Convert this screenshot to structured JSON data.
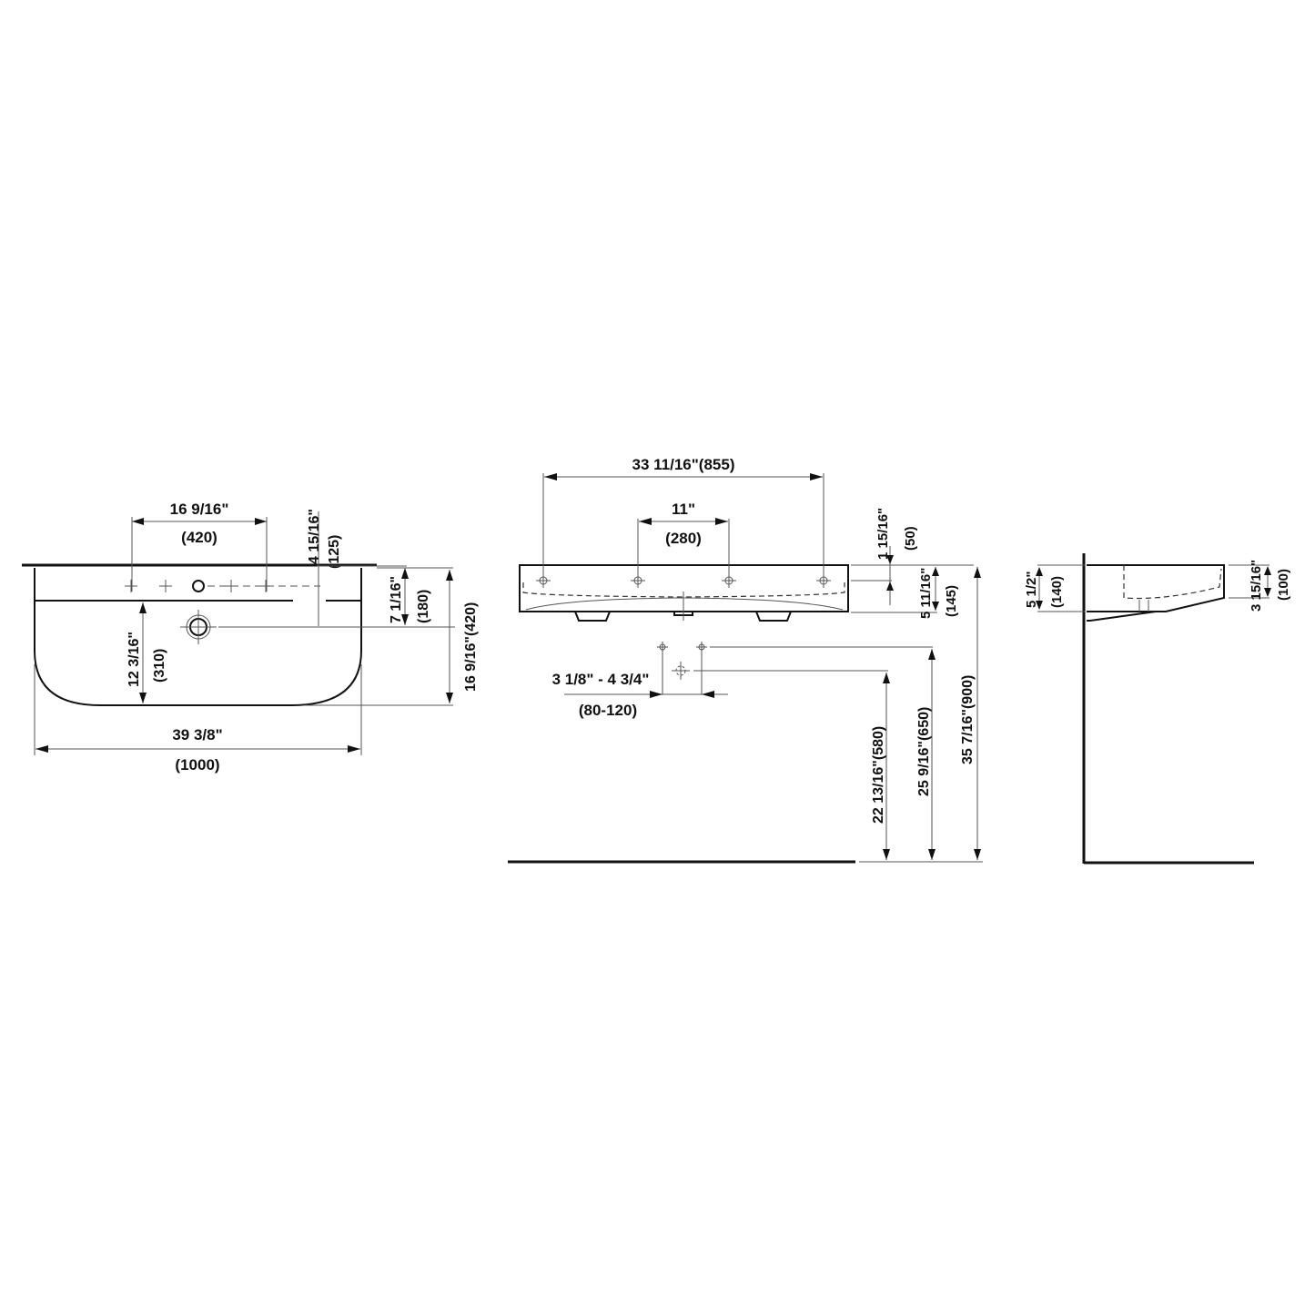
{
  "drawing": {
    "title": "Wall-hung washbasin technical drawing",
    "colors": {
      "line": "#111111",
      "dimension": "#555555",
      "background": "#ffffff"
    },
    "top_view": {
      "faucet_spacing": {
        "inch": "16 9/16\"",
        "mm": "(420)"
      },
      "rim_to_tap_hole": {
        "inch": "4 15/16\"",
        "mm": "(125)"
      },
      "tap_to_drain": {
        "inch": "7 1/16\"",
        "mm": "(180)"
      },
      "total_depth": {
        "inch": "16 9/16\"",
        "mm": "(420)"
      },
      "drain_to_front": {
        "inch": "12 3/16\"",
        "mm": "(310)"
      },
      "total_width": {
        "inch": "39 3/8\"",
        "mm": "(1000)"
      }
    },
    "front_view": {
      "outer_tap_spacing": {
        "inch": "33 11/16\"",
        "mm": "(855)"
      },
      "inner_tap_spacing": {
        "inch": "11\"",
        "mm": "(280)"
      },
      "top_to_tap_hole": {
        "inch": "1 15/16\"",
        "mm": "(50)"
      },
      "bowl_height": {
        "inch": "5 11/16\"",
        "mm": "(145)"
      },
      "supply_spacing": {
        "inch": "3 1/8\" - 4 3/4\"",
        "mm": "(80-120)"
      },
      "drain_height": {
        "inch": "22 13/16\"",
        "mm": "(580)"
      },
      "supply_height": {
        "inch": "25 9/16\"",
        "mm": "(650)"
      },
      "rim_height": {
        "inch": "35 7/16\"",
        "mm": "(900)"
      }
    },
    "side_view": {
      "total_height": {
        "inch": "5 1/2\"",
        "mm": "(140)"
      },
      "front_height": {
        "inch": "3 15/16\"",
        "mm": "(100)"
      }
    }
  }
}
